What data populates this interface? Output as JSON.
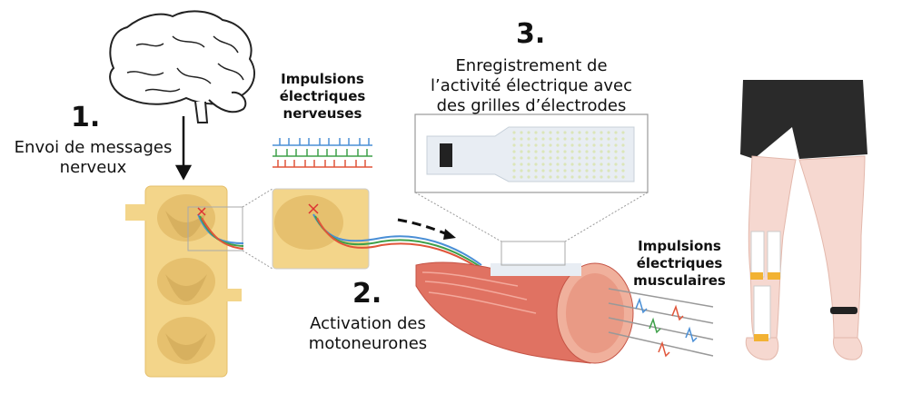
{
  "step1": {
    "number": "1.",
    "caption_line1": "Envoi de messages",
    "caption_line2": "nerveux"
  },
  "step2": {
    "number": "2.",
    "caption_line1": "Activation des",
    "caption_line2": "motoneurones"
  },
  "step3": {
    "number": "3.",
    "caption_line1": "Enregistrement de",
    "caption_line2": "l’activité électrique avec",
    "caption_line3": "des grilles d’électrodes"
  },
  "nerve_impulses": {
    "line1": "Impulsions",
    "line2": "électriques",
    "line3": "nerveuses"
  },
  "muscle_impulses": {
    "line1": "Impulsions",
    "line2": "électriques",
    "line3": "musculaires"
  },
  "icons": [
    "brain-icon",
    "spinal-cord-icon",
    "muscle-icon",
    "electrode-grid-icon",
    "legs-icon"
  ],
  "colors": {
    "signal_blue": "#4a8fd6",
    "signal_green": "#3fa04a",
    "signal_red": "#e0553a",
    "spine": "#f3d58a",
    "muscle": "#e06a5a"
  }
}
